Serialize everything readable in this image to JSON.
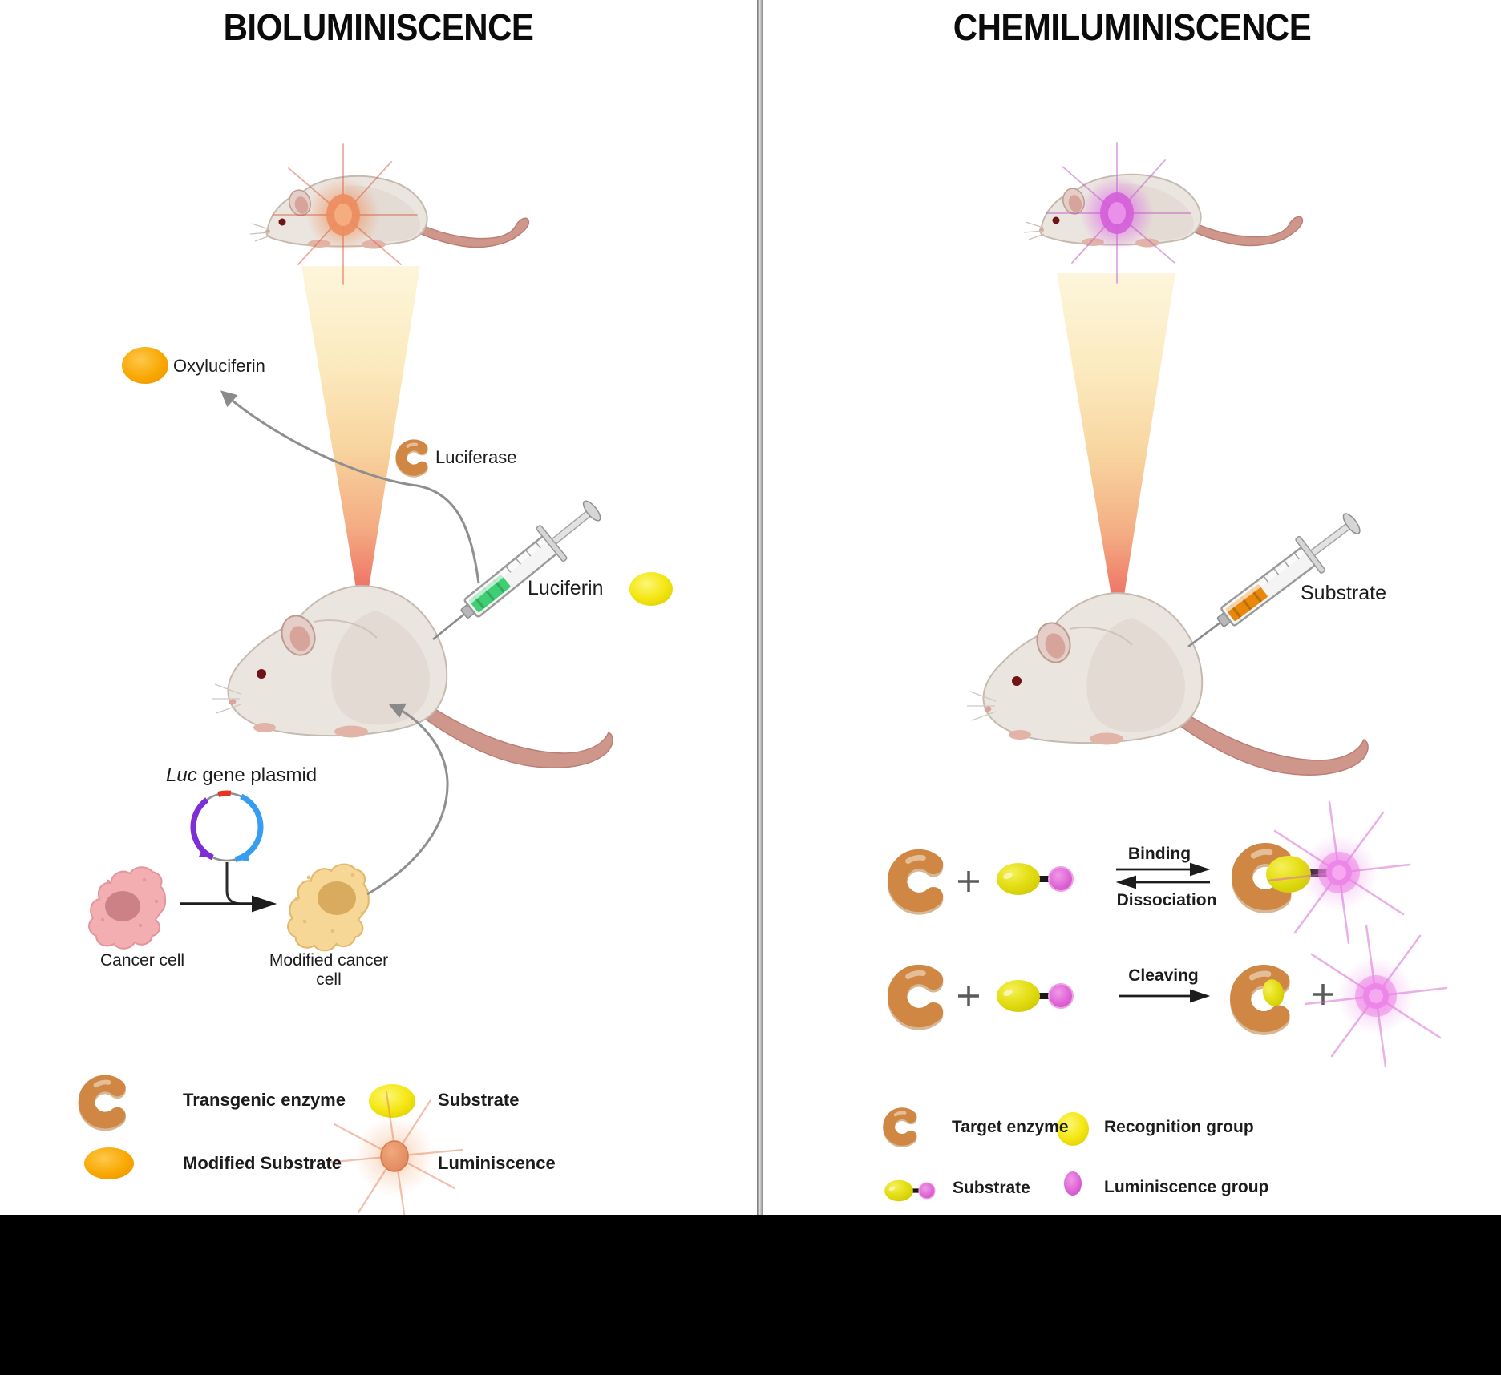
{
  "left_panel": {
    "title": "BIOLUMINISCENCE",
    "oxyluciferin_label": "Oxyluciferin",
    "luciferase_label": "Luciferase",
    "luciferin_label": "Luciferin",
    "plasmid_label_italic": "Luc",
    "plasmid_label_rest": " gene plasmid",
    "cancer_cell_label": "Cancer cell",
    "modified_cancer_cell_label": "Modified cancer cell",
    "legend": [
      {
        "icon": "transgenic-enzyme",
        "label": "Transgenic enzyme"
      },
      {
        "icon": "substrate-ball",
        "label": "Substrate"
      },
      {
        "icon": "modified-substrate-ball",
        "label": "Modified Substrate"
      },
      {
        "icon": "luminiscence-burst",
        "label": "Luminiscence"
      }
    ]
  },
  "right_panel": {
    "title": "CHEMILUMINISCENCE",
    "substrate_label": "Substrate",
    "reactions": {
      "binding": "Binding",
      "dissociation": "Dissociation",
      "cleaving": "Cleaving"
    },
    "legend": [
      {
        "icon": "target-enzyme",
        "label": "Target enzyme"
      },
      {
        "icon": "recognition-group-ball",
        "label": "Recognition group"
      },
      {
        "icon": "substrate-dumbbell",
        "label": "Substrate"
      },
      {
        "icon": "luminiscence-group-ball",
        "label": "Luminiscence group"
      }
    ]
  },
  "colors": {
    "enzyme_orange": "#cf8743",
    "substrate_yellow_green": "#e0da12",
    "bright_yellow": "#f2e213",
    "modified_substrate_orange": "#f9a802",
    "oxyluciferin_orange": "#f9b007",
    "luminiscence_salmon": "#e58a62",
    "luminiscence_magenta": "#de64d6",
    "luciferin_liquid_green": "#3ecf74",
    "substrate_liquid_orange": "#e8870a",
    "beam_top": "#fdf5da",
    "beam_bottom": "#ed7260"
  }
}
